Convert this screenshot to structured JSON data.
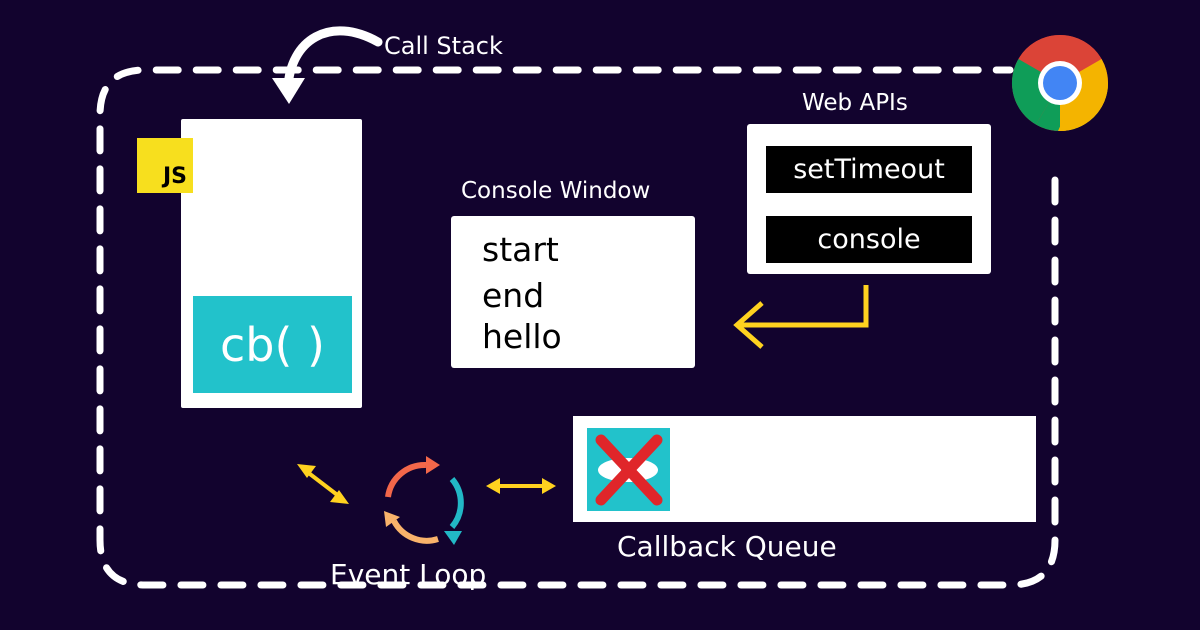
{
  "call_stack": {
    "label": "Call Stack",
    "badge": "JS",
    "frame": "cb( )"
  },
  "console": {
    "label": "Console Window",
    "lines": [
      "start",
      "end",
      "hello"
    ]
  },
  "web_apis": {
    "label": "Web APIs",
    "items": [
      "setTimeout",
      "console"
    ]
  },
  "callback_queue": {
    "label": "Callback Queue"
  },
  "event_loop": {
    "label": "Event Loop"
  },
  "colors": {
    "background": "#12032e",
    "dash": "#ffffff",
    "teal": "#22c2cb",
    "arrow_yellow": "#ffd21f",
    "js_yellow": "#f7df1e",
    "cross_red": "#e0262a"
  },
  "icons": [
    "chrome-icon",
    "event-loop-cycle-icon",
    "cross-icon",
    "curved-arrow-icon"
  ]
}
